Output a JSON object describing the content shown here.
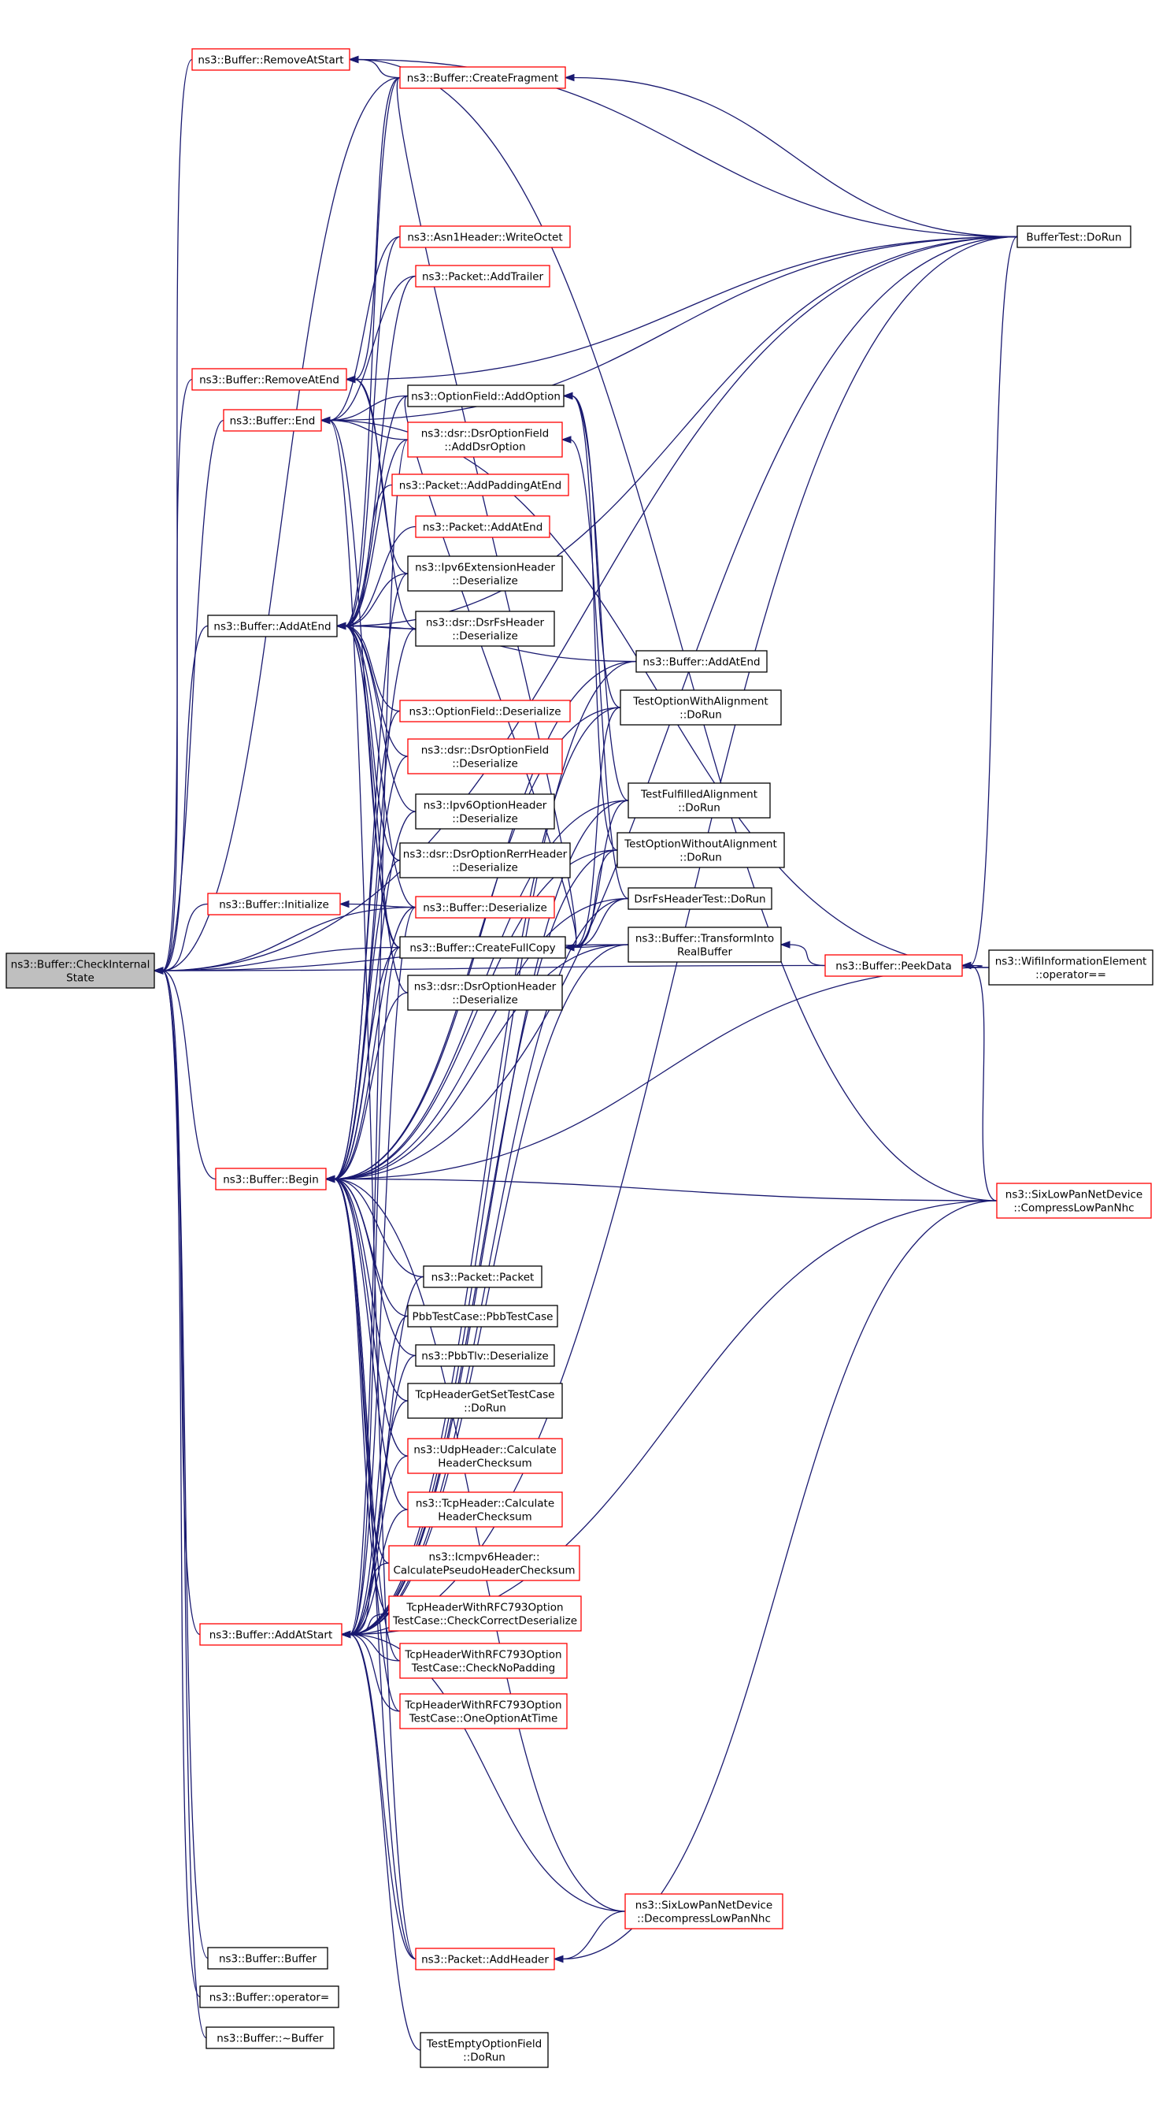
{
  "colors": {
    "edge": "#191970",
    "border_red": "#ff0000",
    "border_black": "#000000",
    "root_fill": "#bfbfbf",
    "background": "#ffffff"
  },
  "root": "root",
  "nodes": [
    {
      "id": "root",
      "lines": [
        "ns3::Buffer::CheckInternal",
        "State"
      ],
      "border": "root"
    },
    {
      "id": "removeAtStart",
      "lines": [
        "ns3::Buffer::RemoveAtStart"
      ],
      "border": "red"
    },
    {
      "id": "removeAtEnd",
      "lines": [
        "ns3::Buffer::RemoveAtEnd"
      ],
      "border": "red"
    },
    {
      "id": "end",
      "lines": [
        "ns3::Buffer::End"
      ],
      "border": "red"
    },
    {
      "id": "addAtEnd",
      "lines": [
        "ns3::Buffer::AddAtEnd"
      ],
      "border": "black"
    },
    {
      "id": "initialize",
      "lines": [
        "ns3::Buffer::Initialize"
      ],
      "border": "red"
    },
    {
      "id": "begin",
      "lines": [
        "ns3::Buffer::Begin"
      ],
      "border": "red"
    },
    {
      "id": "addAtStart",
      "lines": [
        "ns3::Buffer::AddAtStart"
      ],
      "border": "red"
    },
    {
      "id": "bufferCtor",
      "lines": [
        "ns3::Buffer::Buffer"
      ],
      "border": "black"
    },
    {
      "id": "opAssign",
      "lines": [
        "ns3::Buffer::operator="
      ],
      "border": "black"
    },
    {
      "id": "bufferDtor",
      "lines": [
        "ns3::Buffer::~Buffer"
      ],
      "border": "black"
    },
    {
      "id": "createFragment",
      "lines": [
        "ns3::Buffer::CreateFragment"
      ],
      "border": "red"
    },
    {
      "id": "asn1WriteOctet",
      "lines": [
        "ns3::Asn1Header::WriteOctet"
      ],
      "border": "red"
    },
    {
      "id": "addTrailer",
      "lines": [
        "ns3::Packet::AddTrailer"
      ],
      "border": "red"
    },
    {
      "id": "optionFieldAddOption",
      "lines": [
        "ns3::OptionField::AddOption"
      ],
      "border": "black"
    },
    {
      "id": "dsrAddDsrOption",
      "lines": [
        "ns3::dsr::DsrOptionField",
        "::AddDsrOption"
      ],
      "border": "red"
    },
    {
      "id": "addPaddingAtEnd",
      "lines": [
        "ns3::Packet::AddPaddingAtEnd"
      ],
      "border": "red"
    },
    {
      "id": "packetAddAtEnd",
      "lines": [
        "ns3::Packet::AddAtEnd"
      ],
      "border": "red"
    },
    {
      "id": "ipv6ExtDeser",
      "lines": [
        "ns3::Ipv6ExtensionHeader",
        "::Deserialize"
      ],
      "border": "black"
    },
    {
      "id": "dsrFsDeser",
      "lines": [
        "ns3::dsr::DsrFsHeader",
        "::Deserialize"
      ],
      "border": "black"
    },
    {
      "id": "optionFieldDeser",
      "lines": [
        "ns3::OptionField::Deserialize"
      ],
      "border": "red"
    },
    {
      "id": "dsrOptionFieldDeser",
      "lines": [
        "ns3::dsr::DsrOptionField",
        "::Deserialize"
      ],
      "border": "red"
    },
    {
      "id": "ipv6OptionDeser",
      "lines": [
        "ns3::Ipv6OptionHeader",
        "::Deserialize"
      ],
      "border": "black"
    },
    {
      "id": "dsrRerrDeser",
      "lines": [
        "ns3::dsr::DsrOptionRerrHeader",
        "::Deserialize"
      ],
      "border": "black"
    },
    {
      "id": "bufferDeser",
      "lines": [
        "ns3::Buffer::Deserialize"
      ],
      "border": "red"
    },
    {
      "id": "createFullCopy",
      "lines": [
        "ns3::Buffer::CreateFullCopy"
      ],
      "border": "black"
    },
    {
      "id": "dsrOptionHeaderDeser",
      "lines": [
        "ns3::dsr::DsrOptionHeader",
        "::Deserialize"
      ],
      "border": "black"
    },
    {
      "id": "packetCtor",
      "lines": [
        "ns3::Packet::Packet"
      ],
      "border": "black"
    },
    {
      "id": "pbbTestCase",
      "lines": [
        "PbbTestCase::PbbTestCase"
      ],
      "border": "black"
    },
    {
      "id": "pbbTlvDeser",
      "lines": [
        "ns3::PbbTlv::Deserialize"
      ],
      "border": "black"
    },
    {
      "id": "tcpGetSetRun",
      "lines": [
        "TcpHeaderGetSetTestCase",
        "::DoRun"
      ],
      "border": "black"
    },
    {
      "id": "udpChecksum",
      "lines": [
        "ns3::UdpHeader::Calculate",
        "HeaderChecksum"
      ],
      "border": "red"
    },
    {
      "id": "tcpChecksum",
      "lines": [
        "ns3::TcpHeader::Calculate",
        "HeaderChecksum"
      ],
      "border": "red"
    },
    {
      "id": "icmpv6Checksum",
      "lines": [
        "ns3::Icmpv6Header::",
        "CalculatePseudoHeaderChecksum"
      ],
      "border": "red"
    },
    {
      "id": "rfcCorrectDeser",
      "lines": [
        "TcpHeaderWithRFC793Option",
        "TestCase::CheckCorrectDeserialize"
      ],
      "border": "red"
    },
    {
      "id": "rfcNoPadding",
      "lines": [
        "TcpHeaderWithRFC793Option",
        "TestCase::CheckNoPadding"
      ],
      "border": "red"
    },
    {
      "id": "rfcOneOption",
      "lines": [
        "TcpHeaderWithRFC793Option",
        "TestCase::OneOptionAtTime"
      ],
      "border": "red"
    },
    {
      "id": "packetAddHeader",
      "lines": [
        "ns3::Packet::AddHeader"
      ],
      "border": "red"
    },
    {
      "id": "emptyOptionRun",
      "lines": [
        "TestEmptyOptionField",
        "::DoRun"
      ],
      "border": "black"
    },
    {
      "id": "bufferAddAtEnd2",
      "lines": [
        "ns3::Buffer::AddAtEnd"
      ],
      "border": "black"
    },
    {
      "id": "optWithAlignRun",
      "lines": [
        "TestOptionWithAlignment",
        "::DoRun"
      ],
      "border": "black"
    },
    {
      "id": "fulfilledAlignRun",
      "lines": [
        "TestFulfilledAlignment",
        "::DoRun"
      ],
      "border": "black"
    },
    {
      "id": "optWithoutAlignRun",
      "lines": [
        "TestOptionWithoutAlignment",
        "::DoRun"
      ],
      "border": "black"
    },
    {
      "id": "dsrFsHeaderTestRun",
      "lines": [
        "DsrFsHeaderTest::DoRun"
      ],
      "border": "black"
    },
    {
      "id": "transformIntoReal",
      "lines": [
        "ns3::Buffer::TransformInto",
        "RealBuffer"
      ],
      "border": "black"
    },
    {
      "id": "sixDecompress",
      "lines": [
        "ns3::SixLowPanNetDevice",
        "::DecompressLowPanNhc"
      ],
      "border": "red"
    },
    {
      "id": "peekData",
      "lines": [
        "ns3::Buffer::PeekData"
      ],
      "border": "red"
    },
    {
      "id": "bufferTestRun",
      "lines": [
        "BufferTest::DoRun"
      ],
      "border": "black"
    },
    {
      "id": "wifiOpEq",
      "lines": [
        "ns3::WifiInformationElement",
        "::operator=="
      ],
      "border": "black"
    },
    {
      "id": "sixCompress",
      "lines": [
        "ns3::SixLowPanNetDevice",
        "::CompressLowPanNhc"
      ],
      "border": "red"
    }
  ],
  "edges": [
    [
      "removeAtStart",
      "root"
    ],
    [
      "removeAtEnd",
      "root"
    ],
    [
      "end",
      "root"
    ],
    [
      "addAtEnd",
      "root"
    ],
    [
      "initialize",
      "root"
    ],
    [
      "begin",
      "root"
    ],
    [
      "addAtStart",
      "root"
    ],
    [
      "bufferCtor",
      "root"
    ],
    [
      "opAssign",
      "root"
    ],
    [
      "bufferDtor",
      "root"
    ],
    [
      "createFullCopy",
      "root"
    ],
    [
      "transformIntoReal",
      "root"
    ],
    [
      "peekData",
      "root"
    ],
    [
      "bufferDeser",
      "root"
    ],
    [
      "createFragment",
      "root"
    ],
    [
      "bufferTestRun",
      "root"
    ],
    [
      "createFragment",
      "removeAtStart"
    ],
    [
      "bufferTestRun",
      "removeAtStart"
    ],
    [
      "sixCompress",
      "removeAtStart"
    ],
    [
      "createFragment",
      "removeAtEnd"
    ],
    [
      "bufferTestRun",
      "removeAtEnd"
    ],
    [
      "ipv6ExtDeser",
      "removeAtEnd"
    ],
    [
      "dsrFsDeser",
      "removeAtEnd"
    ],
    [
      "asn1WriteOctet",
      "end"
    ],
    [
      "addTrailer",
      "end"
    ],
    [
      "optionFieldAddOption",
      "end"
    ],
    [
      "dsrAddDsrOption",
      "end"
    ],
    [
      "bufferTestRun",
      "end"
    ],
    [
      "wifiOpEq",
      "end"
    ],
    [
      "createFullCopy",
      "end"
    ],
    [
      "packetAddHeader",
      "end"
    ],
    [
      "bufferAddAtEnd2",
      "addAtEnd"
    ],
    [
      "bufferTestRun",
      "addAtEnd"
    ],
    [
      "createFragment",
      "addAtEnd"
    ],
    [
      "asn1WriteOctet",
      "addAtEnd"
    ],
    [
      "addTrailer",
      "addAtEnd"
    ],
    [
      "optionFieldAddOption",
      "addAtEnd"
    ],
    [
      "dsrAddDsrOption",
      "addAtEnd"
    ],
    [
      "addPaddingAtEnd",
      "addAtEnd"
    ],
    [
      "packetAddAtEnd",
      "addAtEnd"
    ],
    [
      "ipv6ExtDeser",
      "addAtEnd"
    ],
    [
      "dsrFsDeser",
      "addAtEnd"
    ],
    [
      "optionFieldDeser",
      "addAtEnd"
    ],
    [
      "dsrOptionFieldDeser",
      "addAtEnd"
    ],
    [
      "ipv6OptionDeser",
      "addAtEnd"
    ],
    [
      "dsrRerrDeser",
      "addAtEnd"
    ],
    [
      "bufferDeser",
      "addAtEnd"
    ],
    [
      "createFullCopy",
      "addAtEnd"
    ],
    [
      "dsrOptionHeaderDeser",
      "addAtEnd"
    ],
    [
      "bufferDeser",
      "initialize"
    ],
    [
      "packetCtor",
      "begin"
    ],
    [
      "pbbTestCase",
      "begin"
    ],
    [
      "pbbTlvDeser",
      "begin"
    ],
    [
      "tcpGetSetRun",
      "begin"
    ],
    [
      "udpChecksum",
      "begin"
    ],
    [
      "tcpChecksum",
      "begin"
    ],
    [
      "icmpv6Checksum",
      "begin"
    ],
    [
      "rfcCorrectDeser",
      "begin"
    ],
    [
      "rfcNoPadding",
      "begin"
    ],
    [
      "rfcOneOption",
      "begin"
    ],
    [
      "packetAddHeader",
      "begin"
    ],
    [
      "createFullCopy",
      "begin"
    ],
    [
      "transformIntoReal",
      "begin"
    ],
    [
      "sixCompress",
      "begin"
    ],
    [
      "sixDecompress",
      "begin"
    ],
    [
      "wifiOpEq",
      "begin"
    ],
    [
      "bufferDeser",
      "begin"
    ],
    [
      "dsrOptionHeaderDeser",
      "begin"
    ],
    [
      "optWithAlignRun",
      "begin"
    ],
    [
      "fulfilledAlignRun",
      "begin"
    ],
    [
      "optWithoutAlignRun",
      "begin"
    ],
    [
      "dsrFsHeaderTestRun",
      "begin"
    ],
    [
      "bufferAddAtEnd2",
      "begin"
    ],
    [
      "bufferTestRun",
      "begin"
    ],
    [
      "optionFieldDeser",
      "begin"
    ],
    [
      "dsrOptionFieldDeser",
      "begin"
    ],
    [
      "ipv6OptionDeser",
      "begin"
    ],
    [
      "dsrRerrDeser",
      "begin"
    ],
    [
      "ipv6ExtDeser",
      "begin"
    ],
    [
      "dsrFsDeser",
      "begin"
    ],
    [
      "rfcCorrectDeser",
      "addAtStart"
    ],
    [
      "rfcNoPadding",
      "addAtStart"
    ],
    [
      "rfcOneOption",
      "addAtStart"
    ],
    [
      "packetAddHeader",
      "addAtStart"
    ],
    [
      "emptyOptionRun",
      "addAtStart"
    ],
    [
      "packetCtor",
      "addAtStart"
    ],
    [
      "pbbTestCase",
      "addAtStart"
    ],
    [
      "pbbTlvDeser",
      "addAtStart"
    ],
    [
      "tcpGetSetRun",
      "addAtStart"
    ],
    [
      "udpChecksum",
      "addAtStart"
    ],
    [
      "tcpChecksum",
      "addAtStart"
    ],
    [
      "icmpv6Checksum",
      "addAtStart"
    ],
    [
      "createFullCopy",
      "addAtStart"
    ],
    [
      "bufferDeser",
      "addAtStart"
    ],
    [
      "transformIntoReal",
      "addAtStart"
    ],
    [
      "sixDecompress",
      "addAtStart"
    ],
    [
      "sixCompress",
      "addAtStart"
    ],
    [
      "bufferTestRun",
      "addAtStart"
    ],
    [
      "optWithAlignRun",
      "addAtStart"
    ],
    [
      "fulfilledAlignRun",
      "addAtStart"
    ],
    [
      "optWithoutAlignRun",
      "addAtStart"
    ],
    [
      "dsrFsHeaderTestRun",
      "addAtStart"
    ],
    [
      "dsrAddDsrOption",
      "addAtStart"
    ],
    [
      "bufferAddAtEnd2",
      "addAtStart"
    ],
    [
      "createFragment",
      "createFullCopy"
    ],
    [
      "optionFieldAddOption",
      "createFullCopy"
    ],
    [
      "optWithAlignRun",
      "createFullCopy"
    ],
    [
      "fulfilledAlignRun",
      "createFullCopy"
    ],
    [
      "optWithoutAlignRun",
      "createFullCopy"
    ],
    [
      "dsrFsHeaderTestRun",
      "createFullCopy"
    ],
    [
      "transformIntoReal",
      "createFullCopy"
    ],
    [
      "bufferTestRun",
      "createFragment"
    ],
    [
      "optWithAlignRun",
      "optionFieldAddOption"
    ],
    [
      "fulfilledAlignRun",
      "optionFieldAddOption"
    ],
    [
      "optWithoutAlignRun",
      "optionFieldAddOption"
    ],
    [
      "dsrFsHeaderTestRun",
      "dsrAddDsrOption"
    ],
    [
      "peekData",
      "transformIntoReal"
    ],
    [
      "sixDecompress",
      "packetAddHeader"
    ],
    [
      "sixCompress",
      "packetAddHeader"
    ],
    [
      "wifiOpEq",
      "peekData"
    ],
    [
      "sixCompress",
      "peekData"
    ],
    [
      "bufferTestRun",
      "peekData"
    ]
  ]
}
